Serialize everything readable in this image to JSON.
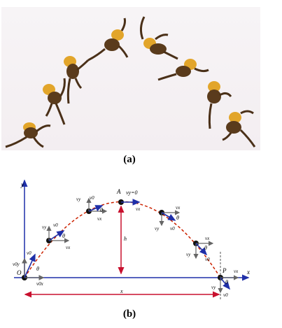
{
  "panel_a": {
    "caption": "(a)"
  },
  "panel_b": {
    "caption": "(b)",
    "labels": {
      "x_axis": "x",
      "y_axis": "y",
      "origin": "O",
      "apex": "A",
      "vy_zero": "vy=0",
      "landing": "P",
      "height": "h",
      "range": "x",
      "v0": "v0",
      "v0x": "v0x",
      "v0y": "v0y",
      "vx": "vx",
      "vy": "vy",
      "theta": "θ"
    },
    "colors": {
      "axis": "#1f2fa8",
      "trajectory": "#cc2200",
      "velocity": "#1f2fa8",
      "component": "#666666",
      "dimension": "#c8102e"
    }
  }
}
